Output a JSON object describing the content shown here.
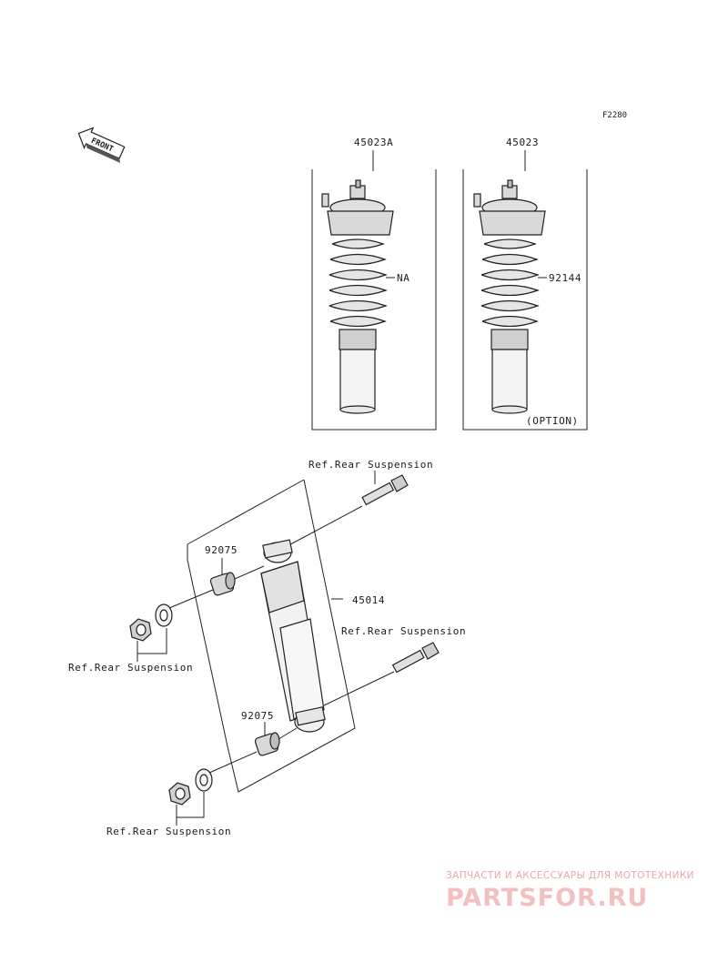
{
  "diagram_code": "F2280",
  "front_label": "FRONT",
  "parts": {
    "shock_a": "45023A",
    "shock_b": "45023",
    "spring_a": "NA",
    "spring_b": "92144",
    "option_note": "(OPTION)",
    "shock_rear": "45014",
    "collar_upper": "92075",
    "collar_lower": "92075"
  },
  "refs": {
    "ref_top": "Ref.Rear Suspension",
    "ref_right": "Ref.Rear Suspension",
    "ref_left": "Ref.Rear Suspension",
    "ref_bottom": "Ref.Rear Suspension"
  },
  "watermark": {
    "tagline": "ЗАПЧАСТИ И АКСЕССУАРЫ ДЛЯ МОТОТЕХНИКИ",
    "brand": "PARTSFOR.RU"
  }
}
